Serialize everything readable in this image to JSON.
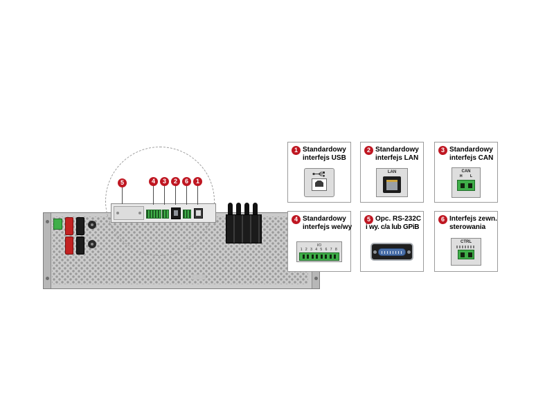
{
  "colors": {
    "badge_red": "#bf1722",
    "terminal_green": "#3fae49",
    "gpib_blue": "#4a6fa8"
  },
  "callouts": [
    "5",
    "4",
    "3",
    "2",
    "6",
    "1"
  ],
  "boxes": [
    {
      "num": "1",
      "line1": "Standardowy",
      "line2": "interfejs USB"
    },
    {
      "num": "2",
      "line1": "Standardowy",
      "line2": "interfejs LAN",
      "port_label": "LAN"
    },
    {
      "num": "3",
      "line1": "Standardowy",
      "line2": "interfejs CAN",
      "port_label": "CAN",
      "pin_labels": "H L"
    },
    {
      "num": "4",
      "line1": "Standardowy",
      "line2": "interfejs we/wy",
      "port_label": "I/O",
      "pin_numbers": "1 2 3 4 5 6 7 8"
    },
    {
      "num": "5",
      "line1": "Opc. RS-232C",
      "line2": "i wy. c/a lub GPiB"
    },
    {
      "num": "6",
      "line1": "Interfejs zewn.",
      "line2": "sterowania",
      "port_label": "CTRL"
    }
  ]
}
